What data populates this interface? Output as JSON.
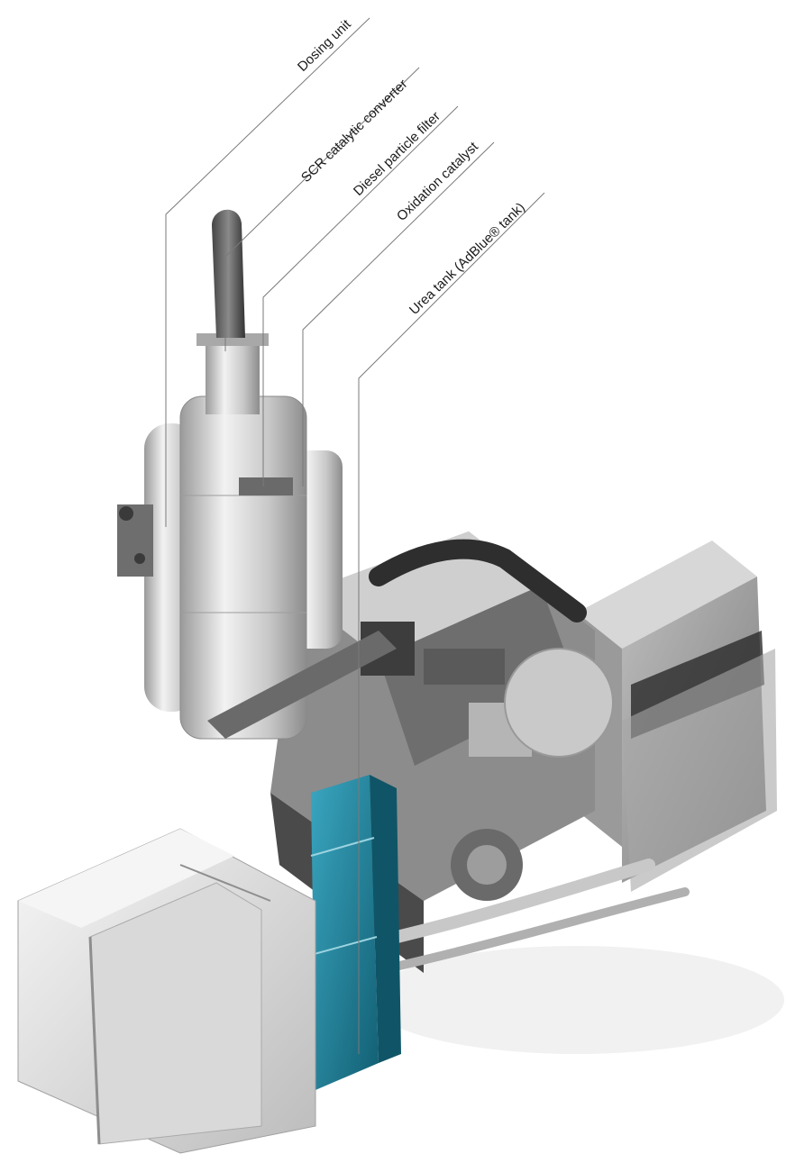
{
  "callouts": [
    {
      "id": "dosing-unit",
      "label": "Dosing unit"
    },
    {
      "id": "scr-catalytic-converter",
      "label": "SCR catalytic converter"
    },
    {
      "id": "diesel-particle-filter",
      "label": "Diesel particle filter"
    },
    {
      "id": "oxidation-catalyst",
      "label": "Oxidation catalyst"
    },
    {
      "id": "urea-tank",
      "label": "Urea tank (AdBlue® tank)"
    }
  ],
  "colors": {
    "metal_light": "#e6e6e6",
    "metal_mid": "#bdbdbd",
    "metal_dark": "#7d7d7d",
    "engine_dark": "#3a3a3a",
    "urea_teal": "#1f7f98",
    "leader": "#7a7a7a",
    "text": "#1a1a1a"
  }
}
